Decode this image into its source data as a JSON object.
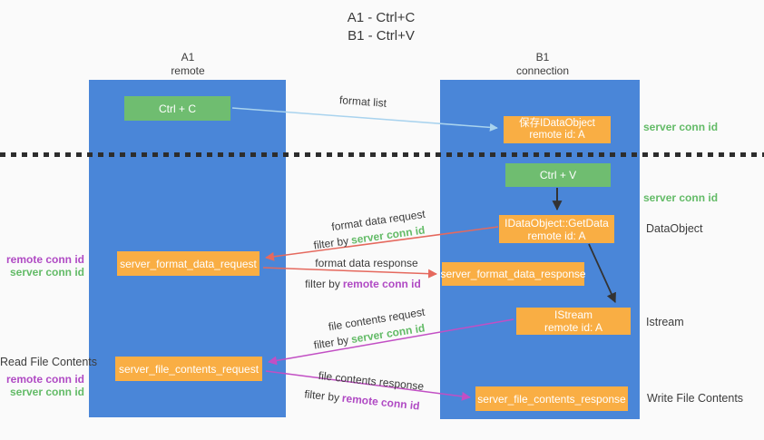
{
  "title": {
    "line1": "A1 - Ctrl+C",
    "line2": "B1 - Ctrl+V"
  },
  "columns": {
    "left": {
      "name": "A1",
      "subtitle": "remote"
    },
    "right": {
      "name": "B1",
      "subtitle": "connection"
    }
  },
  "nodes": {
    "ctrl_c": {
      "label": "Ctrl + C"
    },
    "ctrl_v": {
      "label": "Ctrl + V"
    },
    "save_dataobject": {
      "line1": "保存IDataObject",
      "line2": "remote id: A"
    },
    "getdata": {
      "line1": "IDataObject::GetData",
      "line2": "remote id: A"
    },
    "istream": {
      "line1": "IStream",
      "line2": "remote id: A"
    },
    "format_request": {
      "label": "server_format_data_request"
    },
    "format_response": {
      "label": "server_format_data_response"
    },
    "file_request": {
      "label": "server_file_contents_request"
    },
    "file_response": {
      "label": "server_file_contents_response"
    }
  },
  "edge_labels": {
    "format_list": "format list",
    "format_data_request": "format data request",
    "format_data_response": "format data response",
    "file_contents_request": "file contents request",
    "file_contents_response": "file contents response",
    "filter_prefix": "filter by",
    "server_conn_id": "server conn id",
    "remote_conn_id": "remote conn id"
  },
  "annotations": {
    "right_server_conn_id_top": "server conn id",
    "right_server_conn_id_mid": "server conn id",
    "dataobject": "DataObject",
    "istream": "Istream",
    "write_file_contents": "Write File Contents",
    "read_file_contents": "Read File Contents",
    "left_remote_conn_id_mid": "remote conn id",
    "left_server_conn_id_mid": "server conn id",
    "left_remote_conn_id_bottom": "remote conn id",
    "left_server_conn_id_bottom": "server conn id"
  },
  "colors": {
    "column_blue": "#4a86d8",
    "box_green": "#6fbd70",
    "box_orange": "#f9ae44",
    "arrow_light_blue": "#a9d3ee",
    "arrow_red": "#e5695e",
    "arrow_magenta": "#c24fc4",
    "arrow_black": "#333333",
    "text_green": "#63bb67",
    "text_purple": "#b04ac4",
    "text_dark": "#3c3c3c"
  }
}
